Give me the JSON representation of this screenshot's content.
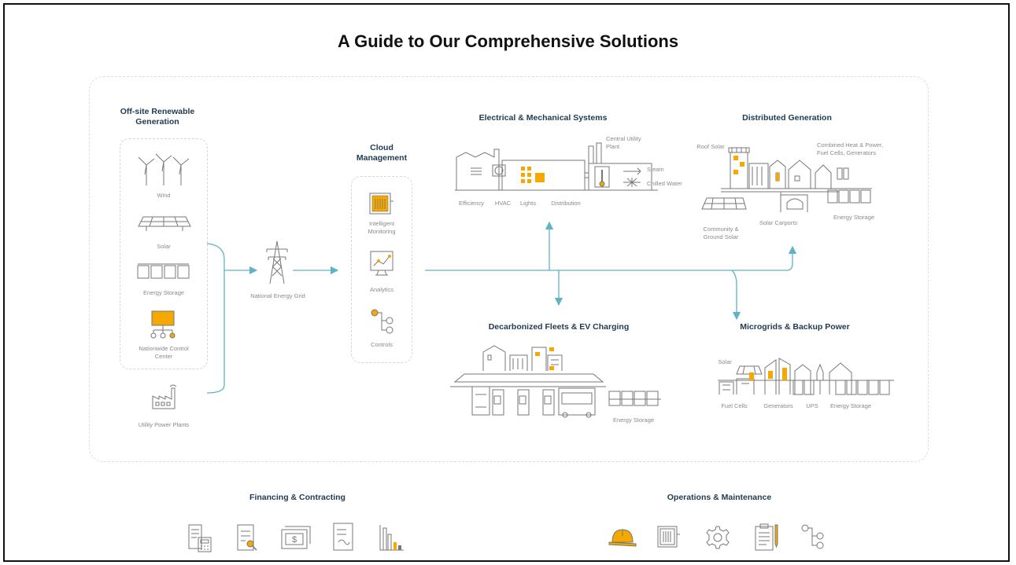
{
  "title": "A Guide to Our Comprehensive Solutions",
  "offsite": {
    "heading": "Off-site Renewable Generation",
    "items": [
      "Wind",
      "Solar",
      "Energy Storage",
      "Nationwide Control Center"
    ],
    "utility": "Utility Power Plants"
  },
  "grid": {
    "label": "National Energy Grid"
  },
  "cloud": {
    "heading": "Cloud Management",
    "items": [
      "Intelligent Monitoring",
      "Analytics",
      "Controls"
    ]
  },
  "electrical": {
    "heading": "Electrical & Mechanical Systems",
    "central_plant": "Central Utility Plant",
    "steam": "Steam",
    "chilled_water": "Chilled Water",
    "bottom_labels": [
      "Efficiency",
      "HVAC",
      "Lights",
      "Distribution"
    ]
  },
  "distributed": {
    "heading": "Distributed Generation",
    "roof_solar": "Roof Solar",
    "chp": "Combined Heat & Power, Fuel Cells, Generators",
    "solar_carports": "Solar Carports",
    "community_solar": "Community & Ground Solar",
    "energy_storage": "Energy Storage"
  },
  "fleets": {
    "heading": "Decarbonized Fleets & EV Charging",
    "energy_storage": "Energy Storage"
  },
  "microgrids": {
    "heading": "Microgrids & Backup Power",
    "solar": "Solar",
    "bottom_labels": [
      "Fuel Cells",
      "Generators",
      "UPS",
      "Energy Storage"
    ]
  },
  "financing": {
    "heading": "Financing & Contracting",
    "icons": [
      "document-calculator-icon",
      "document-search-icon",
      "money-icon",
      "contract-icon",
      "bar-chart-icon"
    ]
  },
  "operations": {
    "heading": "Operations & Maintenance",
    "icons": [
      "hard-hat-icon",
      "monitor-icon",
      "gear-icon",
      "clipboard-icon",
      "controls-icon"
    ]
  },
  "colors": {
    "accent": "#f5a800",
    "flow": "#5fb3c5",
    "heading": "#1f3a4f",
    "line": "#8a8a8a"
  }
}
